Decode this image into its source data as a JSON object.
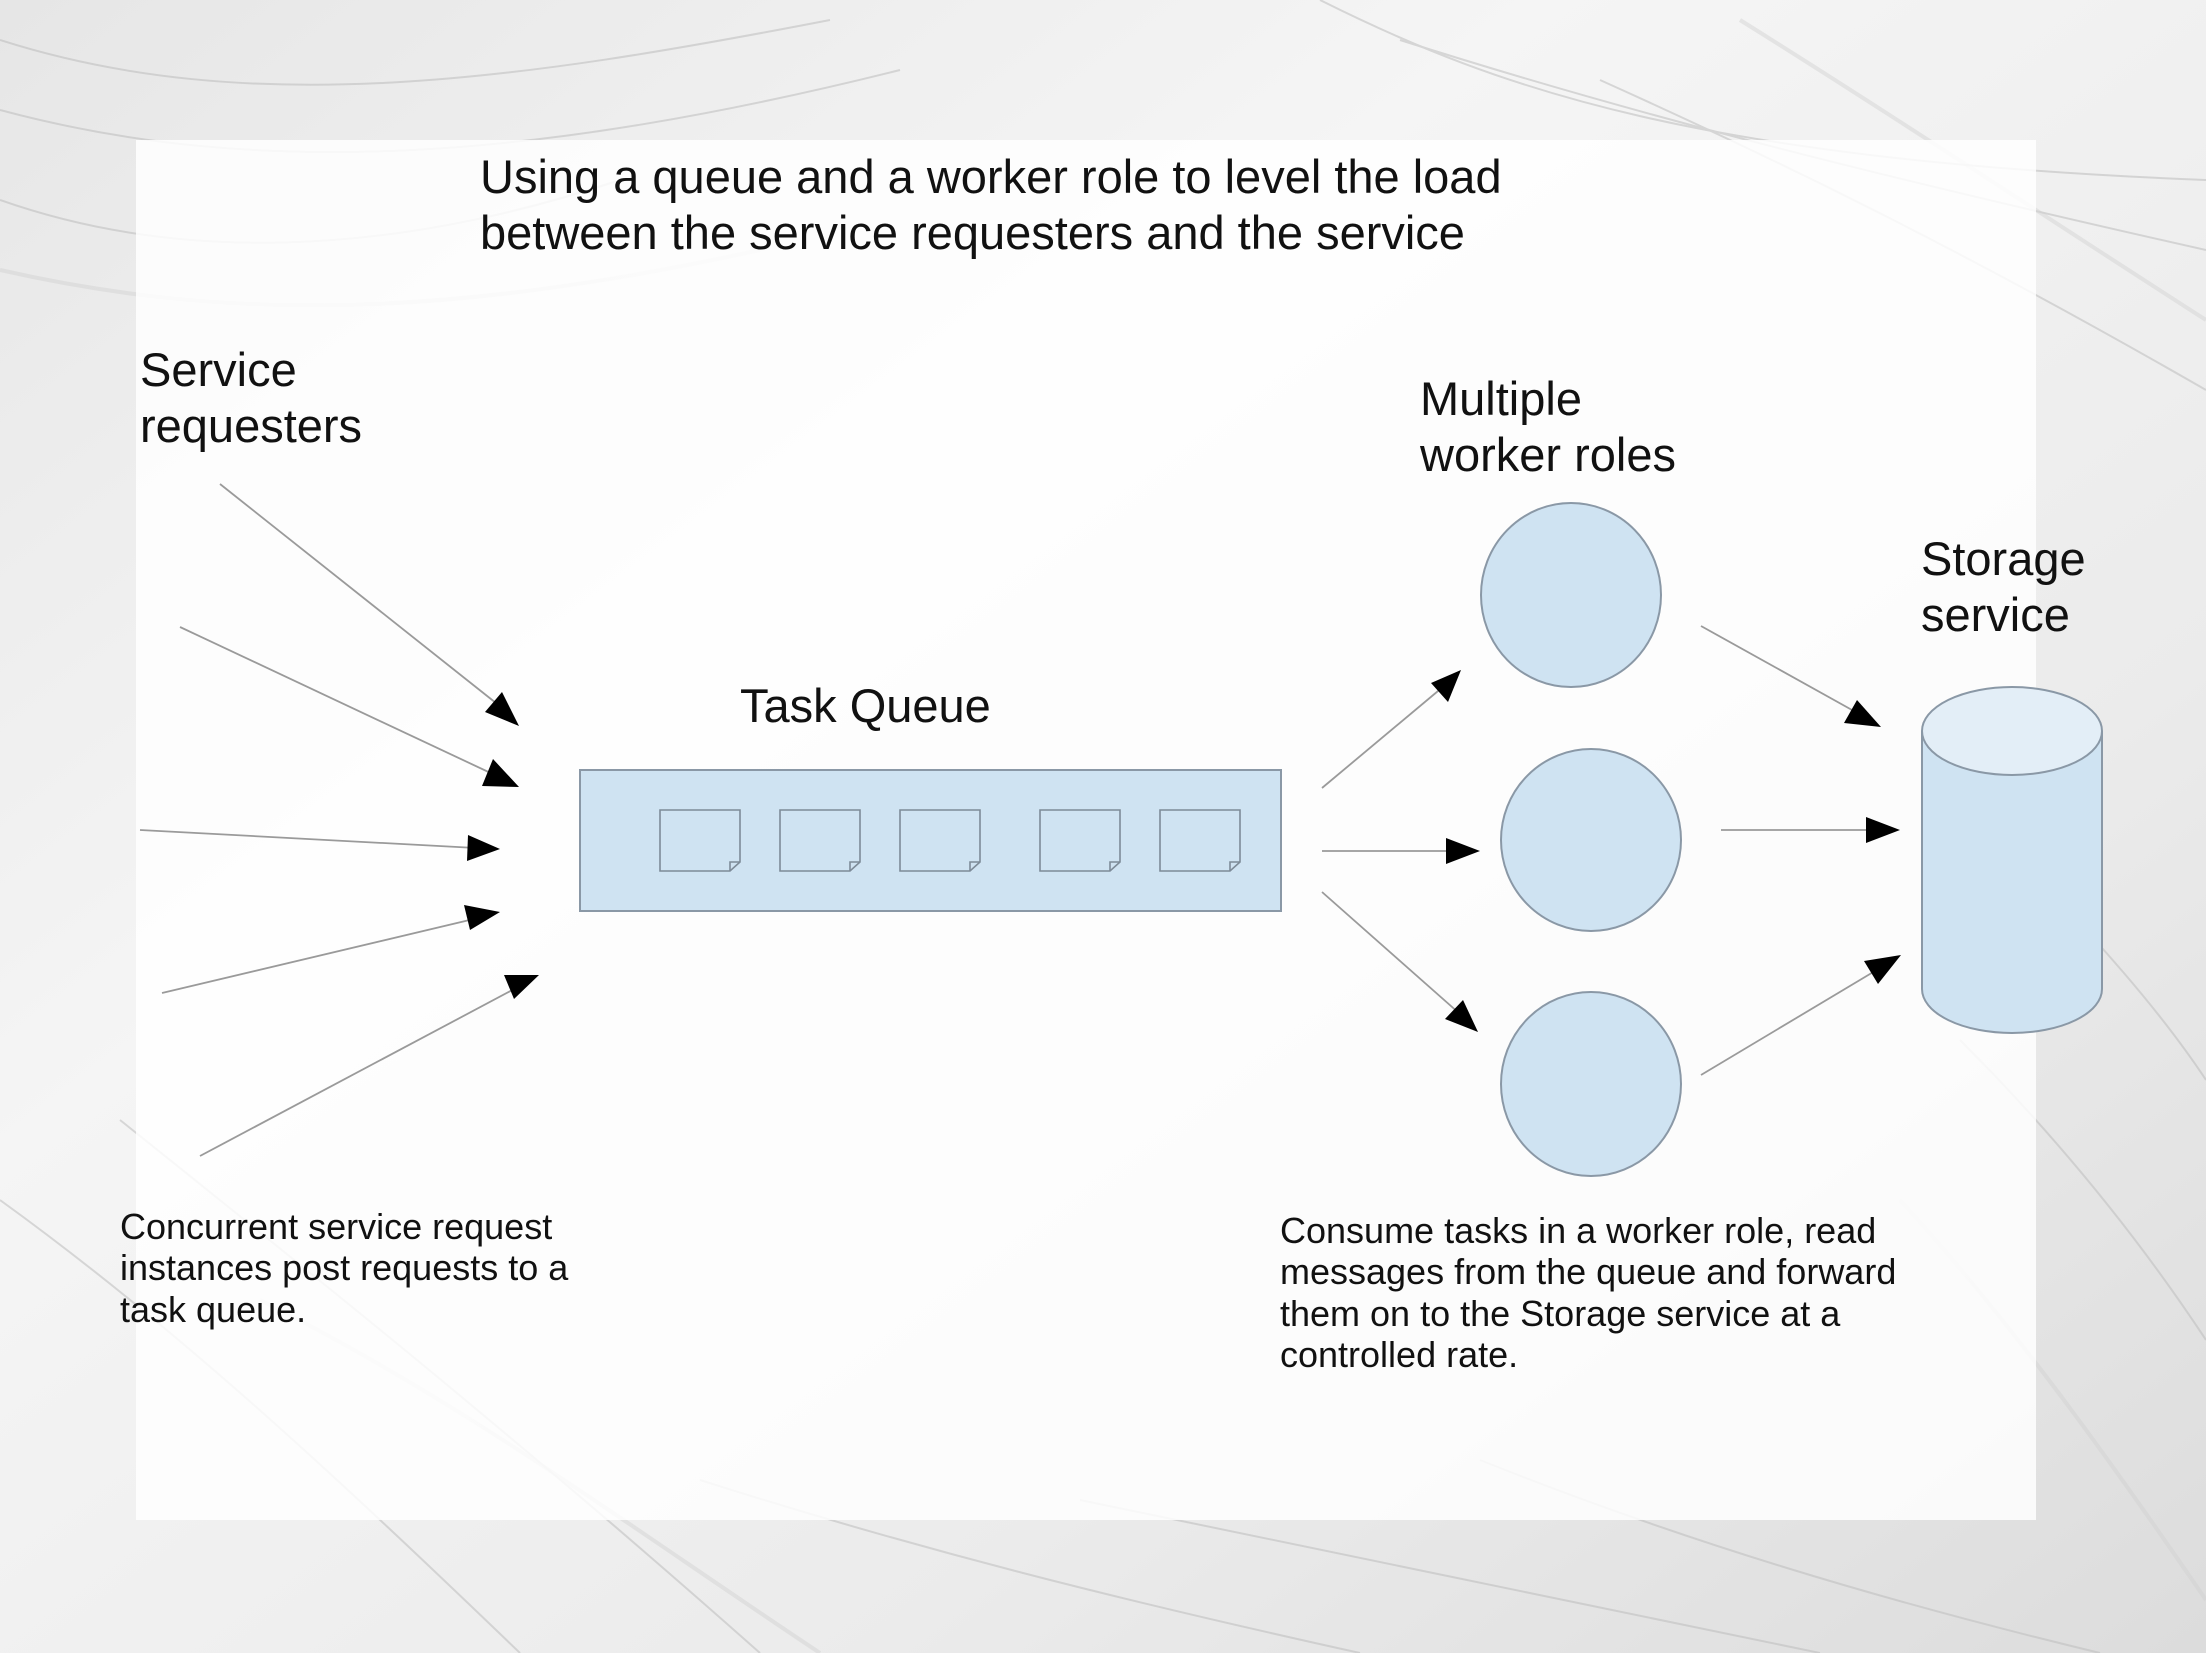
{
  "title": "Using a queue and a worker role to level the load\nbetween the service requesters and the service",
  "labels": {
    "service_requesters": "Service\nrequesters",
    "task_queue": "Task Queue",
    "multiple_worker_roles": "Multiple\nworker roles",
    "storage_service": "Storage\nservice"
  },
  "notes": {
    "requesters_note": "Concurrent service request\ninstances post requests to a\ntask queue.",
    "workers_note": "Consume tasks in a worker role, read\nmessages from the queue and forward\nthem on to the Storage service at a\ncontrolled rate."
  },
  "colors": {
    "fill": "#cfe3f2",
    "storage_top": "#e3eef7",
    "stroke": "#8a98a6",
    "line": "#9a9a9a",
    "arrowhead": "#000000"
  },
  "diagram": {
    "incoming_request_arrows": 5,
    "queue_messages": 5,
    "worker_roles": 3,
    "queue_to_worker_arrows": 3,
    "worker_to_storage_arrows": 3
  }
}
